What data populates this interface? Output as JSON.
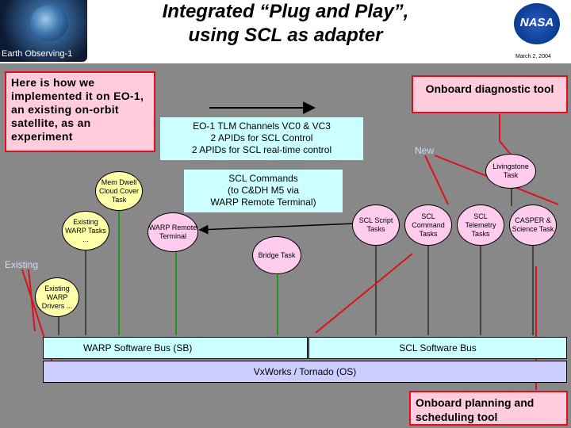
{
  "header": {
    "title_line1": "Integrated “Plug and Play”,",
    "title_line2": "using SCL as adapter",
    "logo_label": "Earth Observing-1",
    "nasa_logo_text": "NASA",
    "date": "March 2, 2004"
  },
  "notes": {
    "left": "Here is how we implemented it on EO-1, an existing on-orbit satellite, as an experiment",
    "diagnostic": "Onboard diagnostic tool",
    "planning": "Onboard planning and scheduling tool"
  },
  "boxes": {
    "tlm_line1": "EO-1 TLM Channels VC0 & VC3",
    "tlm_line2": "2 APIDs for SCL Control",
    "tlm_line3": "2 APIDs for SCL real-time control",
    "cmd_line1": "SCL Commands",
    "cmd_line2": "(to C&DH M5 via",
    "cmd_line3": "WARP Remote Terminal)"
  },
  "tasks": {
    "mem_dwell": "Mem Dwell Cloud Cover Task",
    "existing_warp_tasks": "Existing WARP Tasks ...",
    "warp_remote": "WARP Remote Terminal",
    "bridge": "Bridge Task",
    "existing_warp_drivers": "Existing WARP Drivers ...",
    "scl_script": "SCL Script Tasks",
    "scl_command": "SCL Command Tasks",
    "scl_telemetry": "SCL Telemetry Tasks",
    "casper": "CASPER & Science Task",
    "livingstone": "Livingstone Task"
  },
  "labels": {
    "new": "New",
    "existing": "Existing"
  },
  "buses": {
    "warp_sb": "WARP Software Bus (SB)",
    "scl_sb": "SCL Software Bus",
    "os": "VxWorks / Tornado (OS)"
  },
  "colors": {
    "background": "#888888",
    "pink_note": "#ffccdd",
    "aqua": "#ccffff",
    "task_pink": "#ffccee",
    "task_yellow": "#ffffaa",
    "os_lavender": "#ccccff",
    "annotation_red": "#e0101a"
  }
}
